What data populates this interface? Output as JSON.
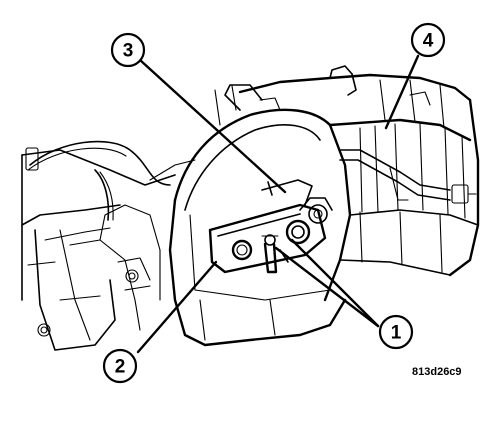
{
  "callouts": [
    {
      "id": "callout-1",
      "number": "1"
    },
    {
      "id": "callout-2",
      "number": "2"
    },
    {
      "id": "callout-3",
      "number": "3"
    },
    {
      "id": "callout-4",
      "number": "4"
    }
  ],
  "figure_id": "813d26c9",
  "colors": {
    "line": "#000000",
    "background": "#ffffff"
  }
}
